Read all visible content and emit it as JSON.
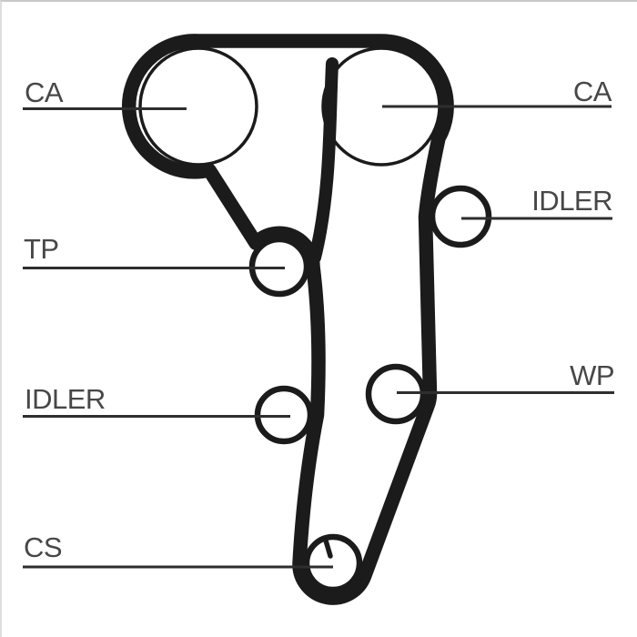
{
  "diagram": {
    "title": "timing-belt-routing-diagram",
    "belt_color": "#1b1b1b",
    "pulley_outline_color": "#1b1b1b",
    "leader_line_color": "#2e2e2e",
    "text_color": "#474747",
    "background_color": "#ffffff",
    "labels": [
      {
        "id": "ca-left",
        "text": "CA",
        "side": "left"
      },
      {
        "id": "ca-right",
        "text": "CA",
        "side": "right"
      },
      {
        "id": "idler-right",
        "text": "IDLER",
        "side": "right"
      },
      {
        "id": "tp-left",
        "text": "TP",
        "side": "left"
      },
      {
        "id": "wp-right",
        "text": "WP",
        "side": "right"
      },
      {
        "id": "idler-left",
        "text": "IDLER",
        "side": "left"
      },
      {
        "id": "cs-bottom",
        "text": "CS",
        "side": "left"
      }
    ],
    "pulleys": [
      {
        "id": "camshaft-left",
        "label": "CA"
      },
      {
        "id": "camshaft-right",
        "label": "CA"
      },
      {
        "id": "idler-upper-right",
        "label": "IDLER"
      },
      {
        "id": "tensioner",
        "label": "TP"
      },
      {
        "id": "idler-lower-left",
        "label": "IDLER"
      },
      {
        "id": "water-pump",
        "label": "WP"
      },
      {
        "id": "crankshaft",
        "label": "CS"
      }
    ]
  }
}
